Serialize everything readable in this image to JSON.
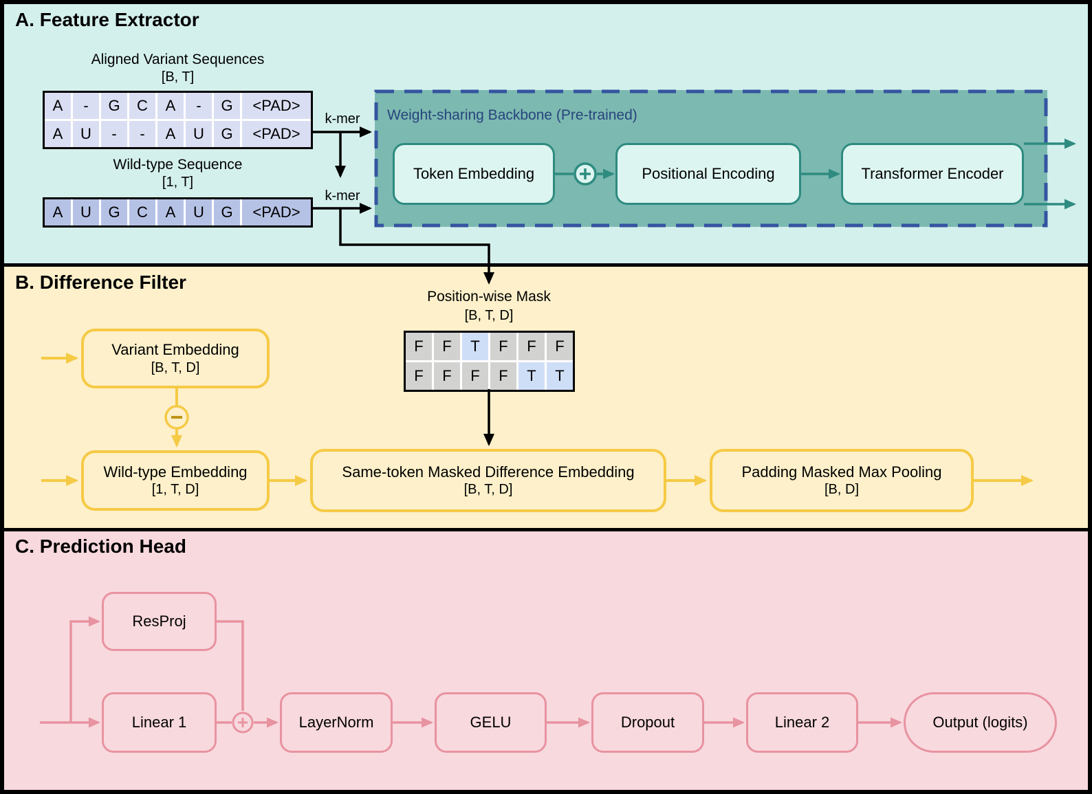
{
  "sections": {
    "feature_extractor": {
      "title": "A. Feature Extractor",
      "variant_table": {
        "label": "Aligned Variant Sequences",
        "dims": "[B, T]",
        "rows": [
          [
            "A",
            "-",
            "G",
            "C",
            "A",
            "-",
            "G",
            "<PAD>"
          ],
          [
            "A",
            "U",
            "-",
            "-",
            "A",
            "U",
            "G",
            "<PAD>"
          ]
        ]
      },
      "wildtype_table": {
        "label": "Wild-type Sequence",
        "dims": "[1, T]",
        "rows": [
          [
            "A",
            "U",
            "G",
            "C",
            "A",
            "U",
            "G",
            "<PAD>"
          ]
        ]
      },
      "kmer_top": "k-mer",
      "kmer_bottom": "k-mer",
      "backbone": {
        "title": "Weight-sharing Backbone (Pre-trained)",
        "token_embedding": "Token Embedding",
        "positional_encoding": "Positional Encoding",
        "transformer_encoder": "Transformer Encoder"
      }
    },
    "difference_filter": {
      "title": "B. Difference Filter",
      "variant_embedding": {
        "label": "Variant Embedding",
        "dims": "[B, T, D]"
      },
      "wildtype_embedding": {
        "label": "Wild-type Embedding",
        "dims": "[1, T, D]"
      },
      "mask": {
        "label": "Position-wise Mask",
        "dims": "[B, T, D]",
        "rows": [
          [
            "F",
            "F",
            "T",
            "F",
            "F",
            "F"
          ],
          [
            "F",
            "F",
            "F",
            "F",
            "T",
            "T"
          ]
        ]
      },
      "same_token": {
        "label": "Same-token Masked Difference Embedding",
        "dims": "[B, T, D]"
      },
      "max_pooling": {
        "label": "Padding Masked Max Pooling",
        "dims": "[B, D]"
      }
    },
    "prediction_head": {
      "title": "C. Prediction Head",
      "resproj": "ResProj",
      "linear1": "Linear 1",
      "layernorm": "LayerNorm",
      "gelu": "GELU",
      "dropout": "Dropout",
      "linear2": "Linear 2",
      "output": "Output (logits)"
    }
  },
  "colors": {
    "section_a_bg": "#d4f0ec",
    "section_b_bg": "#fdf0ca",
    "section_c_bg": "#f8d9de",
    "backbone_fill": "#7cb9b1",
    "backbone_dash_border": "#3454a0",
    "backbone_title_text": "#27447c",
    "teal_accent": "#2e8b80",
    "mint_box_fill": "#ddf5f0",
    "gold_accent": "#f5ca45",
    "rose_accent": "#e893a0",
    "variant_cell_fill": "#dadef3",
    "wildtype_cell_fill": "#b6c2e5",
    "mask_false_fill": "#d2d2d0",
    "mask_true_fill": "#cfdef7",
    "black": "#000000"
  }
}
